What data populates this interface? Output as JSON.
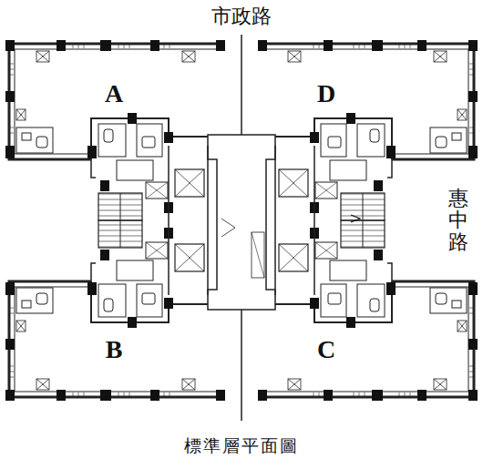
{
  "diagram": {
    "caption": "標準層平面圖",
    "labels": [
      "市政路",
      "A",
      "D",
      "B",
      "C",
      "惠中路"
    ]
  }
}
